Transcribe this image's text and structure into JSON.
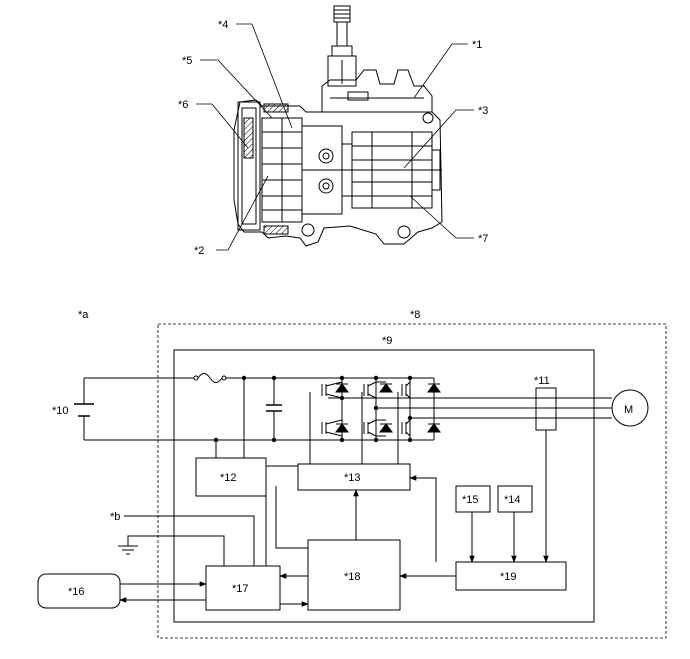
{
  "top_figure": {
    "callouts": [
      "*1",
      "*2",
      "*3",
      "*4",
      "*5",
      "*6",
      "*7"
    ]
  },
  "circuit": {
    "section_label": "*a",
    "outer_label": "*8",
    "inner_label": "*9",
    "battery_label": "*10",
    "sensor_label": "*11",
    "motor_label": "M",
    "external_signal_label": "*b",
    "blocks": {
      "b12": "*12",
      "b13": "*13",
      "b14": "*14",
      "b15": "*15",
      "b16": "*16",
      "b17": "*17",
      "b18": "*18",
      "b19": "*19"
    }
  }
}
